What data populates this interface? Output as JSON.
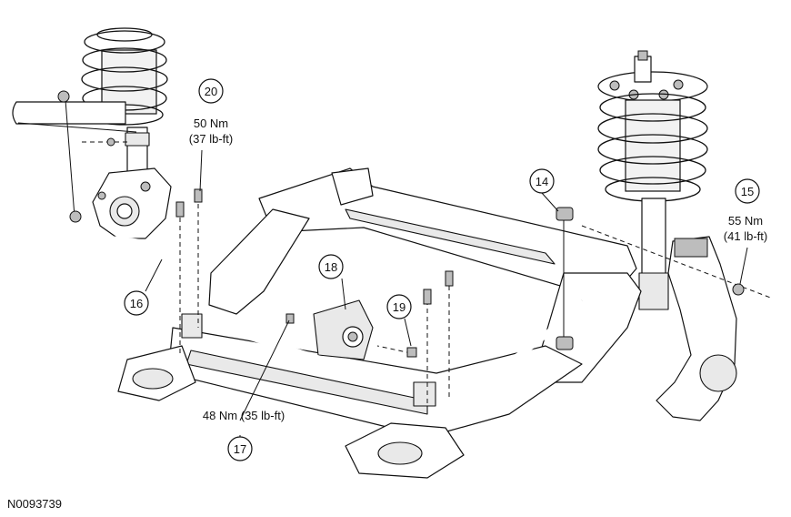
{
  "figure_id": "N0093739",
  "callouts": {
    "c14": "14",
    "c15": "15",
    "c16": "16",
    "c17": "17",
    "c18": "18",
    "c19": "19",
    "c20": "20"
  },
  "torque": {
    "t20_nm": "50 Nm",
    "t20_lbft": "(37 lb-ft)",
    "t15_nm": "55 Nm",
    "t15_lbft": "(41 lb-ft)",
    "t17": "48 Nm (35 lb-ft)"
  }
}
